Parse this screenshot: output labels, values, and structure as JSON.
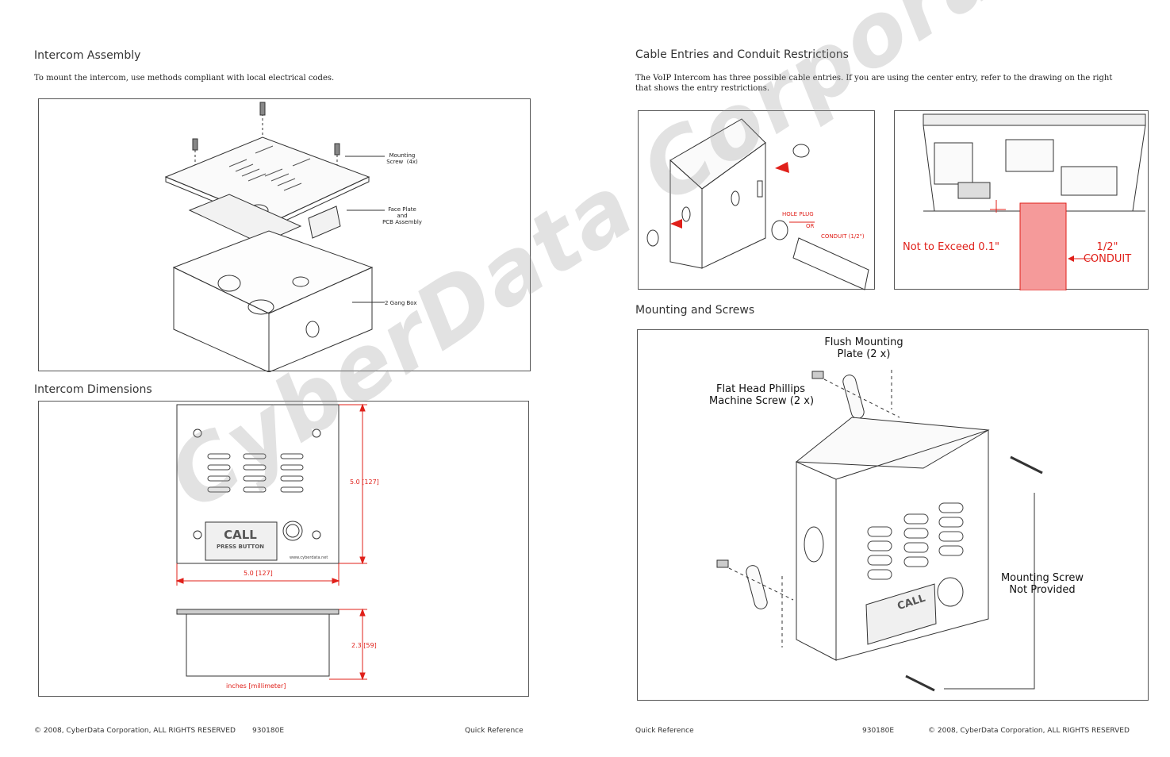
{
  "left": {
    "assembly": {
      "title": "Intercom Assembly",
      "desc": "To mount the intercom, use methods compliant with local electrical codes.",
      "labels": {
        "mounting_screw": "Mounting\nScrew  (4x)",
        "face_plate": "Face Plate\nand\nPCB Assembly",
        "gang_box": "2 Gang Box"
      }
    },
    "dimensions": {
      "title": "Intercom Dimensions",
      "height": "5.0 [127]",
      "width": "5.0 [127]",
      "depth": "2.3 [59]",
      "units": "inches [millimeter]"
    },
    "footer": {
      "copyright": "© 2008, CyberData Corporation,  ALL RIGHTS RESERVED",
      "doc": "930180E",
      "ref": "Quick Reference"
    }
  },
  "right": {
    "cable": {
      "title": "Cable Entries and Conduit Restrictions",
      "desc": "The VoIP Intercom has three possible cable entries. If you are using the center entry, refer to the drawing on the right that shows the entry restrictions.",
      "hole_plug": "HOLE PLUG",
      "or": "OR",
      "conduit_small": "CONDUIT (1/2\")",
      "not_exceed": "Not to Exceed 0.1\"",
      "conduit_big": "1/2\"\nCONDUIT"
    },
    "mounting": {
      "title": "Mounting and Screws",
      "flush_plate": "Flush Mounting\nPlate (2 x)",
      "flat_head": "Flat Head Phillips\nMachine Screw (2 x)",
      "mount_screw": "Mounting Screw\nNot Provided"
    },
    "footer": {
      "ref": "Quick Reference",
      "doc": "930180E",
      "copyright": "© 2008, CyberData Corporation, ALL RIGHTS RESERVED"
    }
  },
  "product": {
    "call": "CALL",
    "press": "PRESS  BUTTON",
    "url": "www.cyberdata.net"
  },
  "watermark": "CyberData Corporation",
  "colors": {
    "accent": "#e0201a",
    "conduit_fill": "#f59a9a",
    "line": "#333333"
  }
}
